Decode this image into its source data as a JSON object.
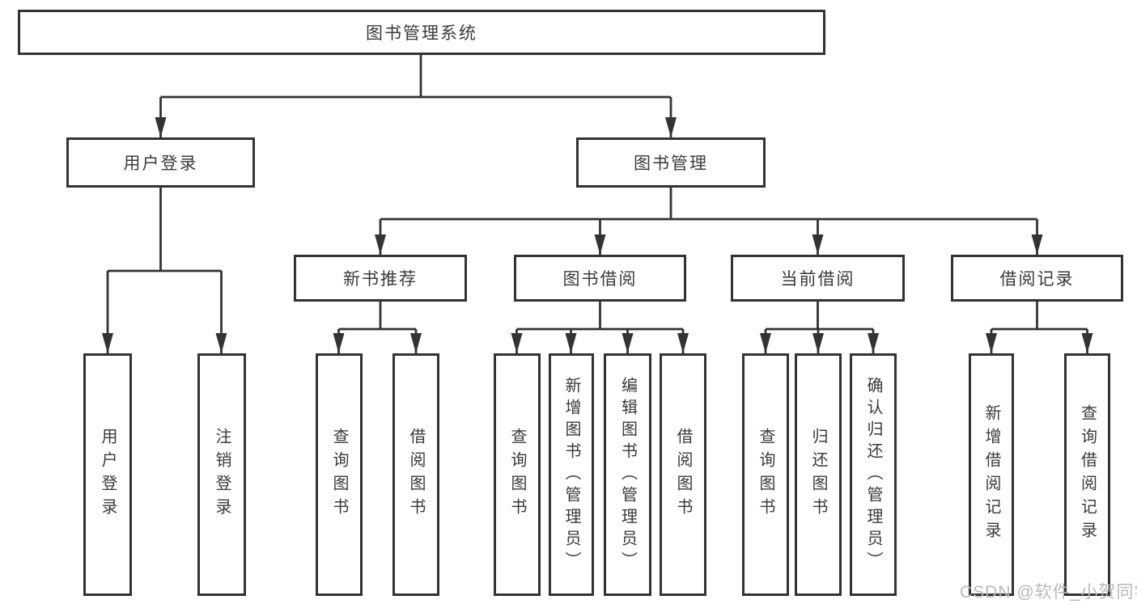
{
  "diagram_title": "图书管理系统",
  "tree": {
    "root": {
      "label": "图书管理系统"
    },
    "branches": [
      {
        "label": "用户登录",
        "leaves": [
          {
            "label": "用户登录"
          },
          {
            "label": "注销登录"
          }
        ]
      },
      {
        "label": "图书管理",
        "groups": [
          {
            "label": "新书推荐",
            "leaves": [
              {
                "label": "查询图书"
              },
              {
                "label": "借阅图书"
              }
            ]
          },
          {
            "label": "图书借阅",
            "leaves": [
              {
                "label": "查询图书"
              },
              {
                "label": "新增图书（管理员）"
              },
              {
                "label": "编辑图书（管理员）"
              },
              {
                "label": "借阅图书"
              }
            ]
          },
          {
            "label": "当前借阅",
            "leaves": [
              {
                "label": "查询图书"
              },
              {
                "label": "归还图书"
              },
              {
                "label": "确认归还（管理员）"
              }
            ]
          },
          {
            "label": "借阅记录",
            "leaves": [
              {
                "label": "新增借阅记录"
              },
              {
                "label": "查询借阅记录"
              }
            ]
          }
        ]
      }
    ]
  },
  "watermark": {
    "text": "CSDN @软件_小贺同学"
  },
  "colors": {
    "line": "#333333",
    "text": "#3a3a3a",
    "watermark": "#b9b9b9",
    "background": "#ffffff"
  }
}
